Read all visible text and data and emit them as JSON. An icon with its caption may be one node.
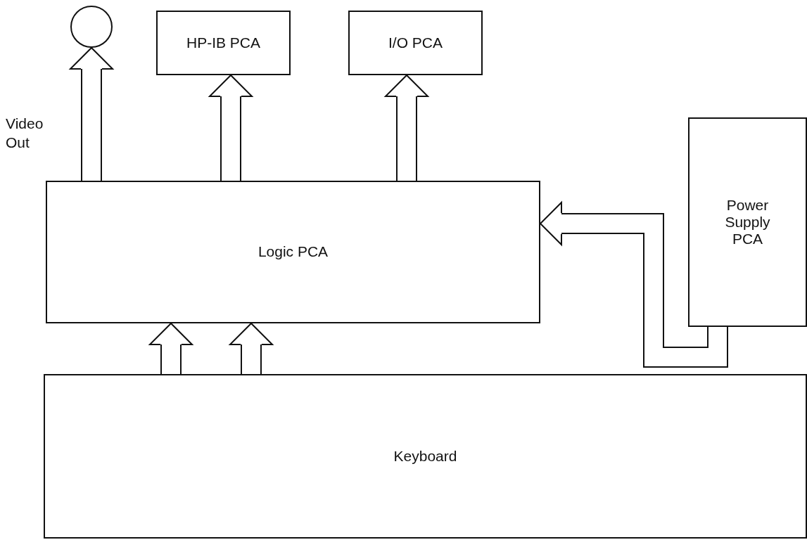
{
  "diagram": {
    "nodes": [
      {
        "text": [],
        "shape": "circle"
      },
      {
        "text": [
          "HP-IB PCA"
        ]
      },
      {
        "text": [
          "I/O PCA"
        ]
      },
      {
        "text": [
          "Logic PCA"
        ]
      },
      {
        "text": [
          "Power Supply PCA"
        ]
      },
      {
        "text": [
          "Keyboard"
        ]
      }
    ],
    "edges": [
      {
        "from": 3,
        "to": 0,
        "arrow": "to",
        "label": "Video Out"
      },
      {
        "from": 3,
        "to": 1,
        "arrow": "to"
      },
      {
        "from": 3,
        "to": 2,
        "arrow": "to"
      },
      {
        "from": 4,
        "to": 3,
        "arrow": "to"
      },
      {
        "from": 5,
        "to": 3,
        "arrow": "to"
      },
      {
        "from": 5,
        "to": 3,
        "arrow": "to"
      }
    ]
  }
}
